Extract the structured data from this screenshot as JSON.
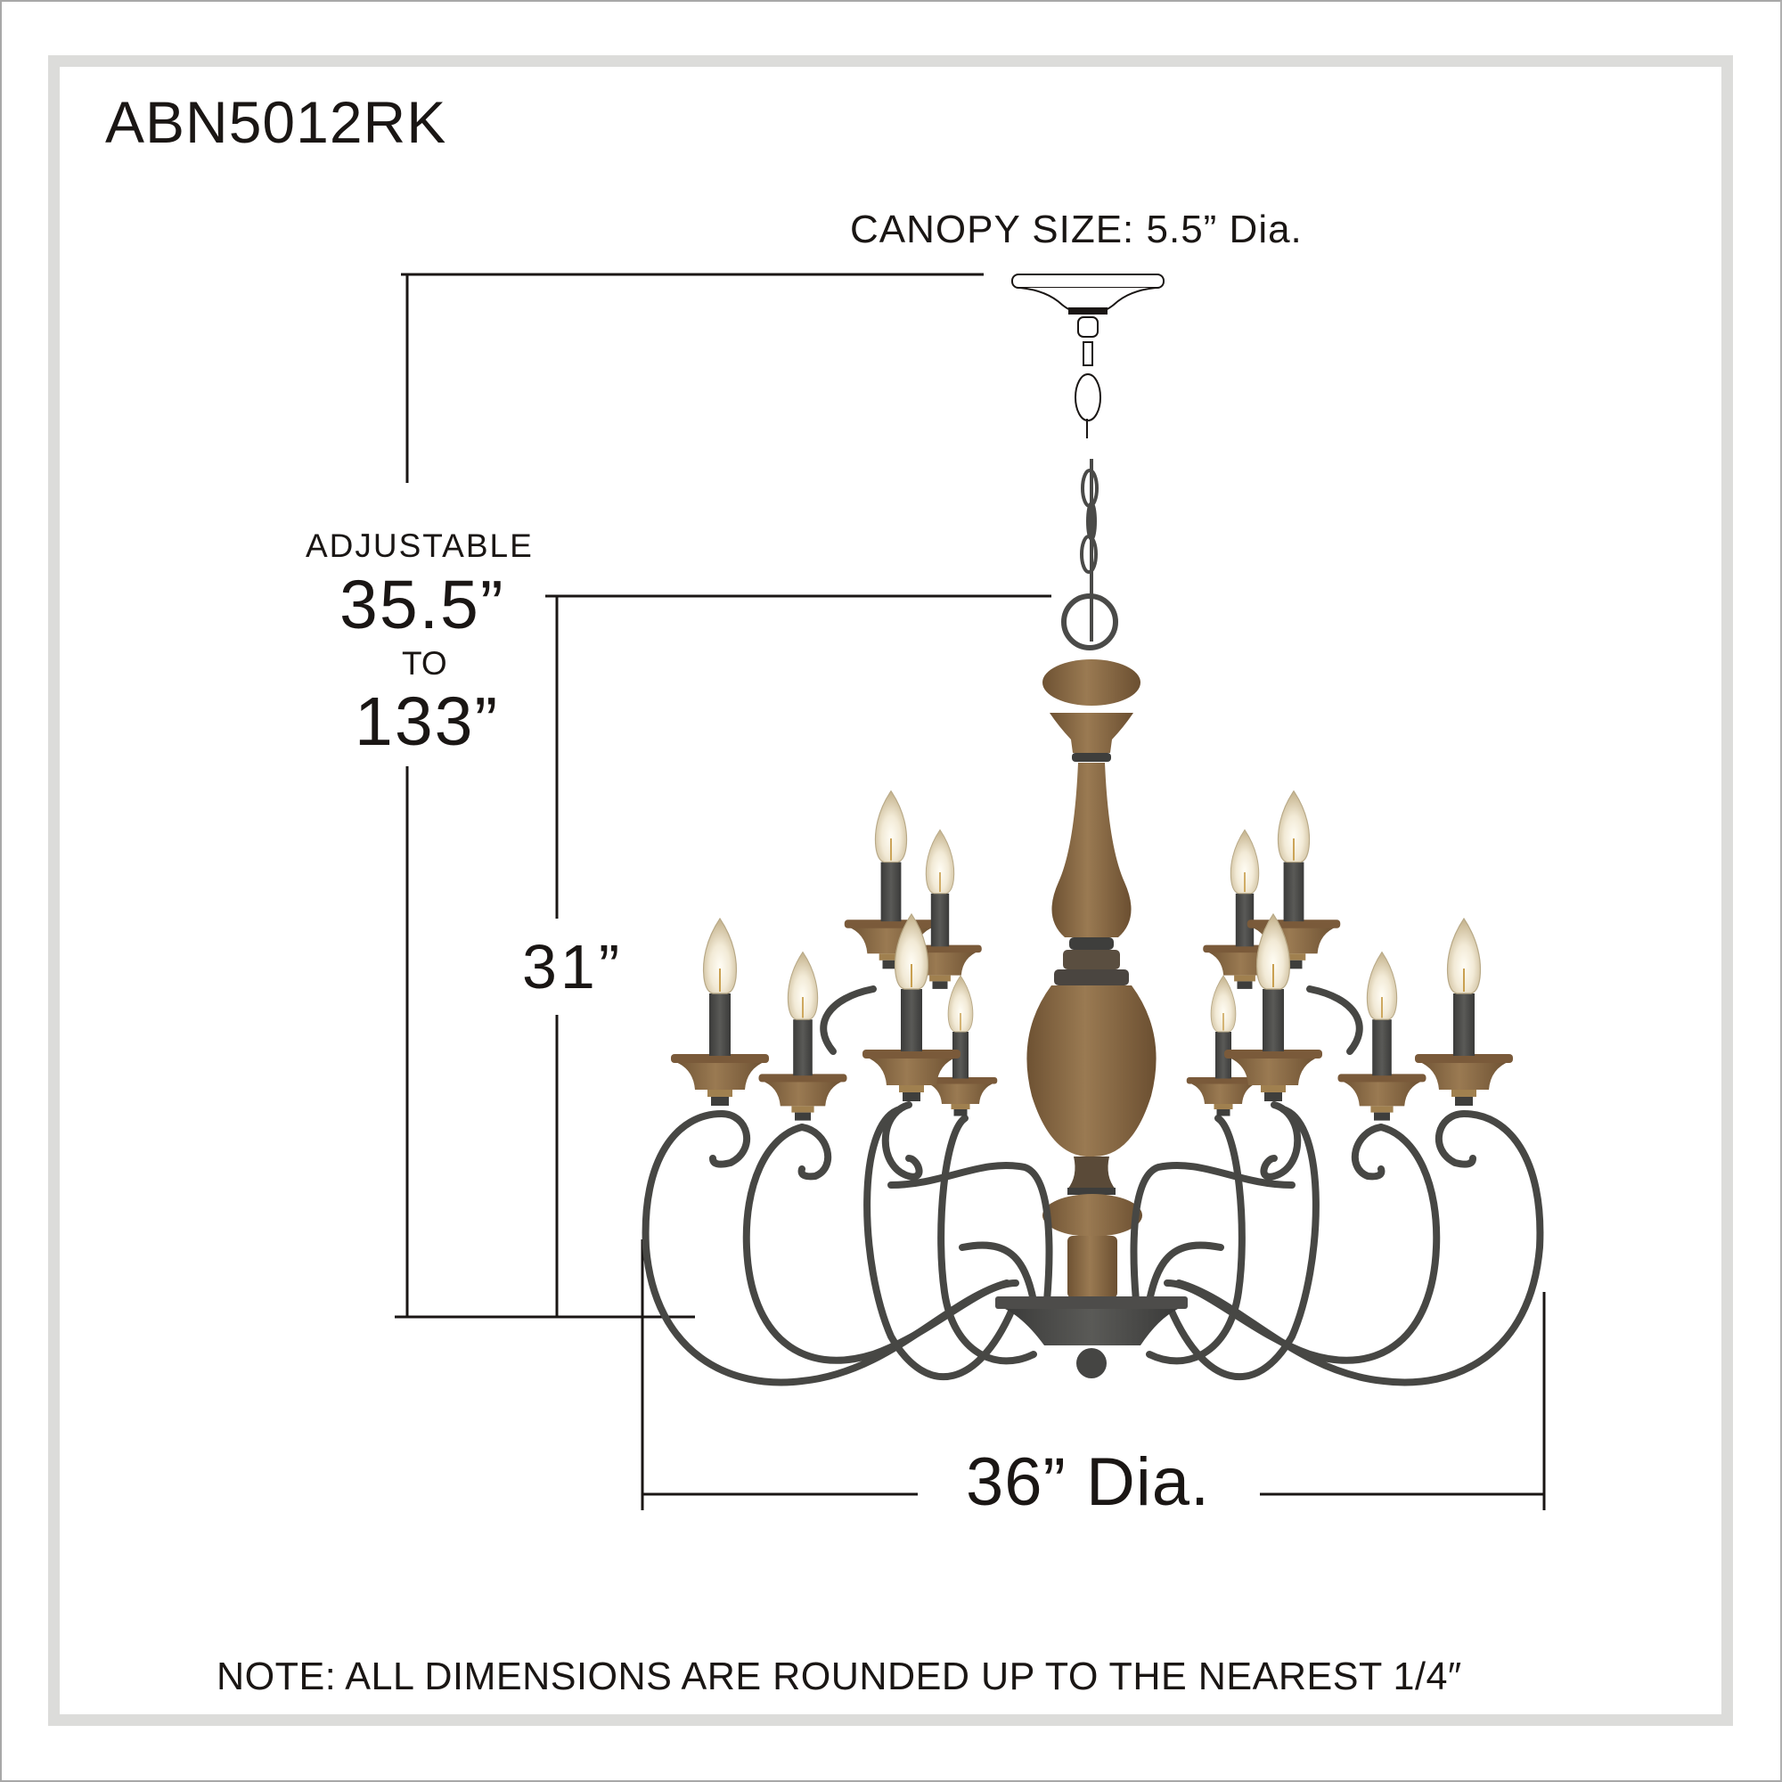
{
  "title": "ABN5012RK",
  "canopy": {
    "label": "CANOPY SIZE: 5.5” Dia."
  },
  "overall_height": {
    "label": "ADJUSTABLE",
    "min": "35.5”",
    "connector": "TO",
    "max": "133”"
  },
  "body_height": {
    "value": "31”"
  },
  "diameter": {
    "value": "36” Dia."
  },
  "note": "NOTE:  ALL DIMENSIONS ARE ROUNDED UP TO THE NEAREST  1/4″",
  "colors": {
    "frame": "#dcdcda",
    "border": "#a8a8a8",
    "dimension_line": "#1a1614",
    "wood": "#8b6a45",
    "iron": "#4a4a48",
    "bulb": "#f3ecdc"
  },
  "product": {
    "lights": 12,
    "tiers": 2,
    "finish": "wood and iron"
  }
}
